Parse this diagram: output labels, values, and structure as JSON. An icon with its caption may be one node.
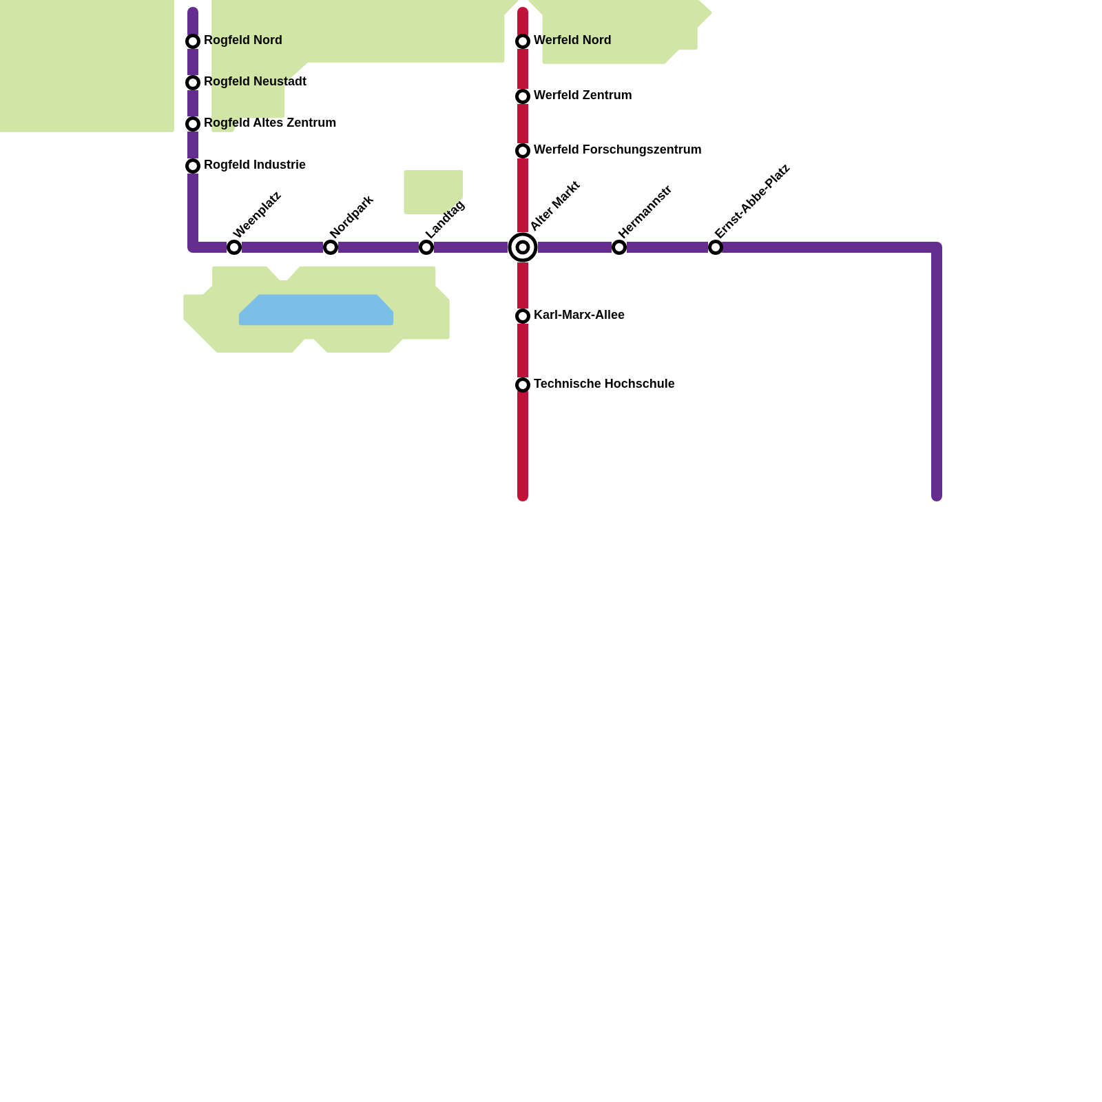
{
  "diagram": {
    "nodes": [
      {
        "text": [],
        "shape": "circle",
        "beside": [
          "Rogfeld Nord"
        ]
      },
      {
        "text": [],
        "shape": "circle",
        "beside": [
          "Rogfeld Neustadt"
        ]
      },
      {
        "text": [],
        "shape": "circle",
        "beside": [
          "Rogfeld Altes Zentrum"
        ]
      },
      {
        "text": [],
        "shape": "circle",
        "beside": [
          "Rogfeld Industrie"
        ]
      },
      {
        "text": [],
        "shape": "circle",
        "beside": [
          "Weenplatz"
        ]
      },
      {
        "text": [],
        "shape": "circle",
        "beside": [
          "Nordpark"
        ]
      },
      {
        "text": [],
        "shape": "circle",
        "beside": [
          "Landtag"
        ]
      },
      {
        "text": [],
        "shape": "circle",
        "beside": [
          "Alter Markt"
        ]
      },
      {
        "text": [],
        "shape": "circle",
        "beside": [
          "Hermannstr"
        ]
      },
      {
        "text": [],
        "shape": "circle",
        "beside": [
          "Ernst-Abbe-Platz"
        ]
      },
      {
        "text": [],
        "shape": "circle",
        "beside": [
          "Werfeld Nord"
        ]
      },
      {
        "text": [],
        "shape": "circle",
        "beside": [
          "Werfeld Zentrum"
        ]
      },
      {
        "text": [],
        "shape": "circle",
        "beside": [
          "Werfeld Forschungszentrum"
        ]
      },
      {
        "text": [],
        "shape": "circle",
        "beside": [
          "Karl-Marx-Allee"
        ]
      },
      {
        "text": [],
        "shape": "circle",
        "beside": [
          "Technische Hochschule"
        ]
      }
    ],
    "edges": [
      {
        "from": null,
        "to": 0,
        "arrow": "none",
        "color": "#662d91"
      },
      {
        "from": 0,
        "to": 1,
        "arrow": "none",
        "color": "#662d91"
      },
      {
        "from": 1,
        "to": 2,
        "arrow": "none",
        "color": "#662d91"
      },
      {
        "from": 2,
        "to": 3,
        "arrow": "none",
        "color": "#662d91"
      },
      {
        "from": 3,
        "to": 4,
        "arrow": "none",
        "color": "#662d91"
      },
      {
        "from": 4,
        "to": 5,
        "arrow": "none",
        "color": "#662d91"
      },
      {
        "from": 5,
        "to": 6,
        "arrow": "none",
        "color": "#662d91"
      },
      {
        "from": 6,
        "to": 7,
        "arrow": "none",
        "color": "#662d91"
      },
      {
        "from": 7,
        "to": 8,
        "arrow": "none",
        "color": "#662d91"
      },
      {
        "from": 8,
        "to": 9,
        "arrow": "none",
        "color": "#662d91"
      },
      {
        "from": 9,
        "to": null,
        "arrow": "none",
        "color": "#662d91"
      },
      {
        "from": null,
        "to": 10,
        "arrow": "none",
        "color": "#c1123a"
      },
      {
        "from": 10,
        "to": 11,
        "arrow": "none",
        "color": "#c1123a"
      },
      {
        "from": 11,
        "to": 12,
        "arrow": "none",
        "color": "#c1123a"
      },
      {
        "from": 12,
        "to": 7,
        "arrow": "none",
        "color": "#c1123a"
      },
      {
        "from": 7,
        "to": 13,
        "arrow": "none",
        "color": "#c1123a"
      },
      {
        "from": 13,
        "to": 14,
        "arrow": "none",
        "color": "#c1123a"
      },
      {
        "from": 14,
        "to": null,
        "arrow": "none",
        "color": "#c1123a"
      }
    ]
  }
}
